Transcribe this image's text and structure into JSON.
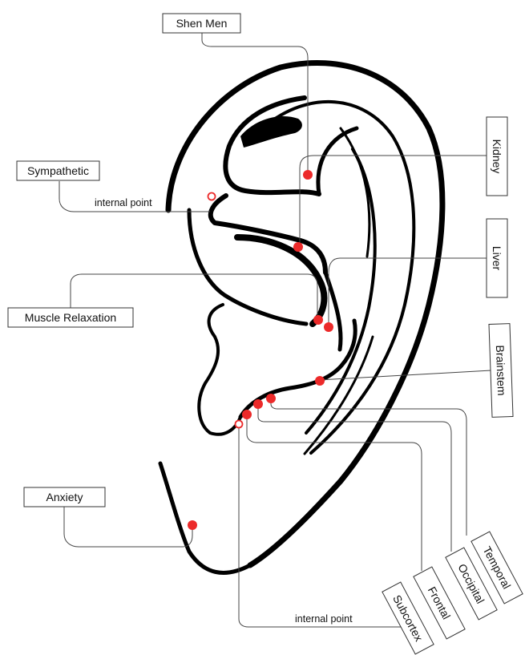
{
  "diagram": {
    "point_color": "#ec2a2a",
    "labels": {
      "shen_men": "Shen Men",
      "sympathetic": "Sympathetic",
      "muscle_relaxation": "Muscle Relaxation",
      "anxiety": "Anxiety",
      "kidney": "Kidney",
      "liver": "Liver",
      "brainstem": "Brainstem",
      "temporal": "Temporal",
      "occipital": "Occipital",
      "frontal": "Frontal",
      "subcortex": "Subcortex"
    },
    "notes": {
      "sympathetic_internal": "internal point",
      "subcortex_internal": "internal point"
    }
  }
}
